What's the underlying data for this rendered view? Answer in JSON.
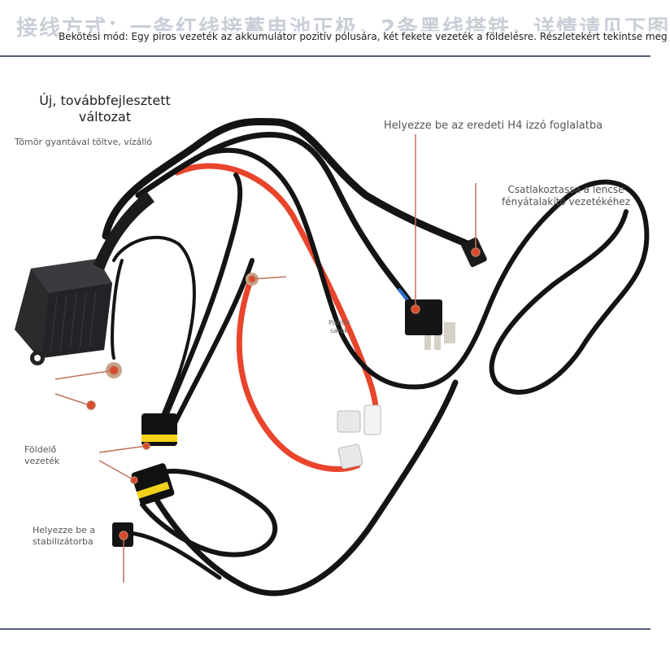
{
  "header": {
    "background_text": "接线方式：一条红线接蓄电池正极，2条黑线搭铁，详情请见下图",
    "instruction": "Bekötési mód: Egy piros vezeték az akkumulátor pozitív pólusára, két fekete vezeték a földelésre. Részletekért tekintse meg"
  },
  "labels": {
    "title": "Új, továbbfejlesztett változat",
    "resin": "Tömör gyantával töltve, vízálló",
    "h4_socket": "Helyezze be az eredeti H4 izzó foglalatba",
    "lens_connect": "Csatlakoztassa a lencse fényátalakító vezetékéhez",
    "positive": "Pozitív sarok",
    "ground_wire": "Földelő vezeték",
    "ballast": "Helyezze be a stabilizátorba"
  },
  "colors": {
    "wire_black": "#141414",
    "wire_red": "#e8452c",
    "marker": "#d94a2a",
    "connector_yellow": "#f2d21b",
    "frame_line": "#55607a"
  },
  "icons": {
    "relay_box": "relay-box-icon",
    "h4_plug": "h4-plug-icon",
    "connector": "waterproof-connector-icon",
    "ring_terminal": "ring-terminal-icon"
  }
}
